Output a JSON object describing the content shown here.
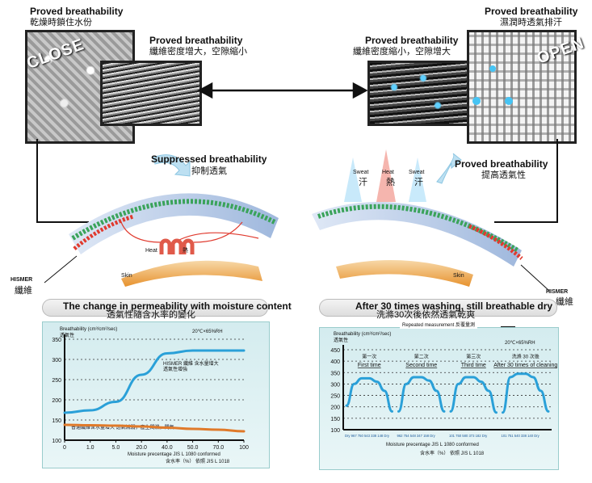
{
  "top": {
    "left_outer_en": "Proved breathability",
    "left_outer_zh": "乾燥時鎖住水份",
    "left_inner_en": "Proved breathability",
    "left_inner_zh": "纖維密度增大，空隙縮小",
    "right_outer_en": "Proved breathability",
    "right_outer_zh": "濕潤時透氣排汗",
    "right_inner_en": "Proved breathability",
    "right_inner_zh": "纖維密度縮小，空隙增大",
    "close_label": "CLOSE",
    "open_label": "OPEN"
  },
  "middle": {
    "suppressed_en": "Suppressed breathability",
    "suppressed_zh": "抑制透氣",
    "proved_en": "Proved breathability",
    "proved_zh": "提高透氣性",
    "heat_left": "Heat",
    "heat_left_zh": "熱",
    "skin_left": "Skin",
    "skin_right": "Skin",
    "sweat_1": "Sweat",
    "sweat_1_zh": "汗",
    "heat_right": "Heat",
    "heat_right_zh": "熱",
    "sweat_2": "Sweat",
    "sweat_2_zh": "汗",
    "hismer_left": "HISMER",
    "hismer_left_zh": "纖維",
    "hismer_right": "HISMER",
    "hismer_right_zh": "纖維"
  },
  "chart_data": [
    {
      "type": "line",
      "title": "The change in permeability with moisture content",
      "title_zh": "透氣性隨含水率的變化",
      "ylabel": "Breathability (cm³/cm²/sec)",
      "ylabel_zh": "透氣性",
      "condition": "20℃×65%RH",
      "xlabel": "Moisture precentage JIS L 1080 conformed",
      "xlabel_zh": "含水率（%） 依照 JIS L 1018",
      "x_ticks": [
        "0",
        "1.0",
        "5.0",
        "20.0",
        "40.0",
        "50.0",
        "70.0",
        "100"
      ],
      "y_ticks": [
        100,
        150,
        200,
        250,
        300,
        350
      ],
      "ylim": [
        100,
        350
      ],
      "series": [
        {
          "name": "HISMER 纖維 含水量增大 透氣性增強",
          "color": "#2aa0d8",
          "values": [
            168,
            174,
            195,
            262,
            315,
            322,
            322,
            322
          ]
        },
        {
          "name": "普通纖維含水量增大 透氣減弱，產生悶濕，悶氣",
          "color": "#e07a2a",
          "values": [
            138,
            137,
            136,
            134,
            131,
            128,
            126,
            122
          ]
        }
      ]
    },
    {
      "type": "line",
      "title": "After 30 times washing, still breathable dry",
      "title_zh": "洗滌30次後依然透氣乾爽",
      "legend": "Repeated measurement 反覆量測",
      "ylabel": "Breathability (cm³/cm²/sec)",
      "ylabel_zh": "透氣性",
      "condition": "20℃×65%RH",
      "xlabel": "Moisture precentage JIS L 1080 conformed",
      "xlabel_zh": "含水率（%） 依照 JIS L 1018",
      "y_ticks": [
        100,
        150,
        200,
        250,
        300,
        350,
        400,
        450
      ],
      "ylim": [
        100,
        450
      ],
      "annotations": [
        {
          "en": "First time",
          "zh": "第一次"
        },
        {
          "en": "Second time",
          "zh": "第二次"
        },
        {
          "en": "Third time",
          "zh": "第三次"
        },
        {
          "en": "After 30 times of cleaning",
          "zh": "洗滌 30 次後"
        }
      ],
      "x_tick_groups": [
        "Dry 967 750 543 338 148 Dry",
        "962 754 548 347 158 Dry",
        "101 750 580 373 182 Dry",
        "101 751 540 338 140 Dry"
      ],
      "series": [
        {
          "name": "Repeated measurement",
          "color": "#2aa0d8",
          "cycles": [
            [
              205,
              300,
              325,
              325,
              310,
              270,
              180
            ],
            [
              180,
              300,
              330,
              330,
              315,
              270,
              180
            ],
            [
              180,
              300,
              330,
              330,
              310,
              270,
              175
            ],
            [
              175,
              330,
              345,
              345,
              330,
              270,
              180
            ]
          ]
        }
      ]
    }
  ]
}
